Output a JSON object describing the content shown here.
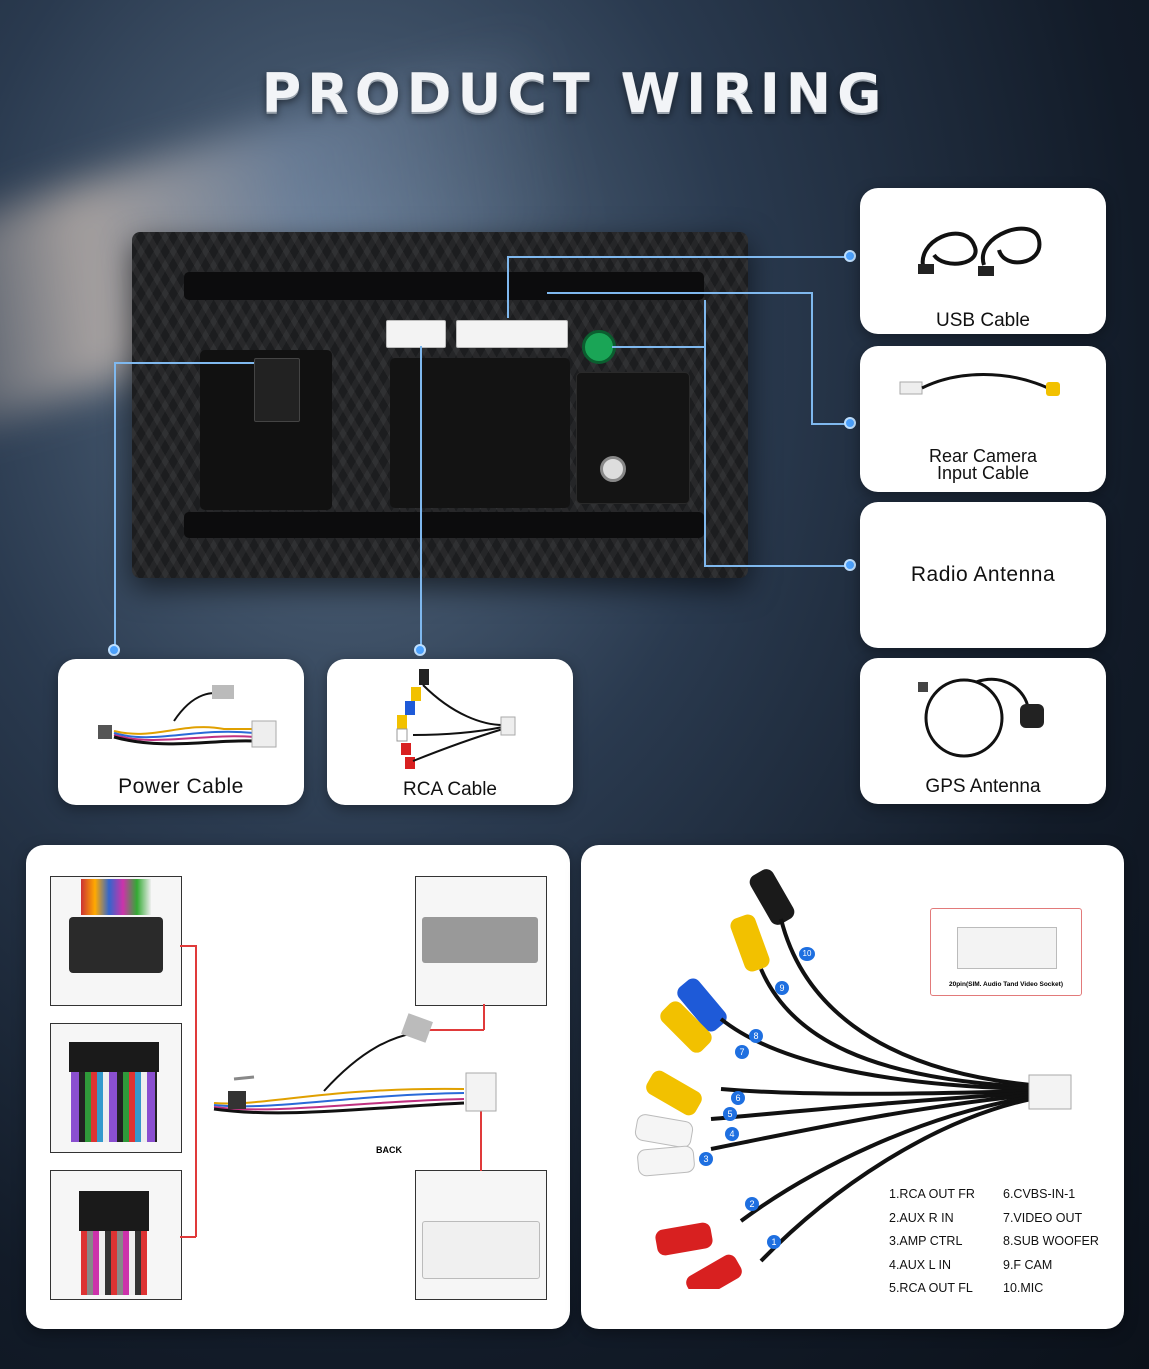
{
  "header": {
    "title": "PRODUCT WIRING"
  },
  "cards": {
    "usb": "USB Cable",
    "rear_camera": [
      "Rear Camera",
      "Input Cable"
    ],
    "radio_antenna": "Radio Antenna",
    "gps_antenna": "GPS Antenna",
    "power": "Power Cable",
    "rca": "RCA Cable"
  },
  "power_diagram": {
    "back_label": "BACK"
  },
  "rca_diagram": {
    "socket_caption": "20pin(SIM. Audio Tand Video Socket)",
    "legend_left": [
      "1.RCA OUT FR",
      "2.AUX R IN",
      "3.AMP CTRL",
      "4.AUX L IN",
      "5.RCA OUT FL"
    ],
    "legend_right": [
      "6.CVBS-IN-1",
      "7.VIDEO OUT",
      "8.SUB WOOFER",
      "9.F CAM",
      "10.MIC"
    ],
    "numbers": [
      "1",
      "2",
      "3",
      "4",
      "5",
      "6",
      "7",
      "8",
      "9",
      "10"
    ]
  },
  "colors": {
    "accent_dot": "#4da3ff",
    "leader_line": "#7fb8ee",
    "callout_red": "#e03a3a"
  }
}
